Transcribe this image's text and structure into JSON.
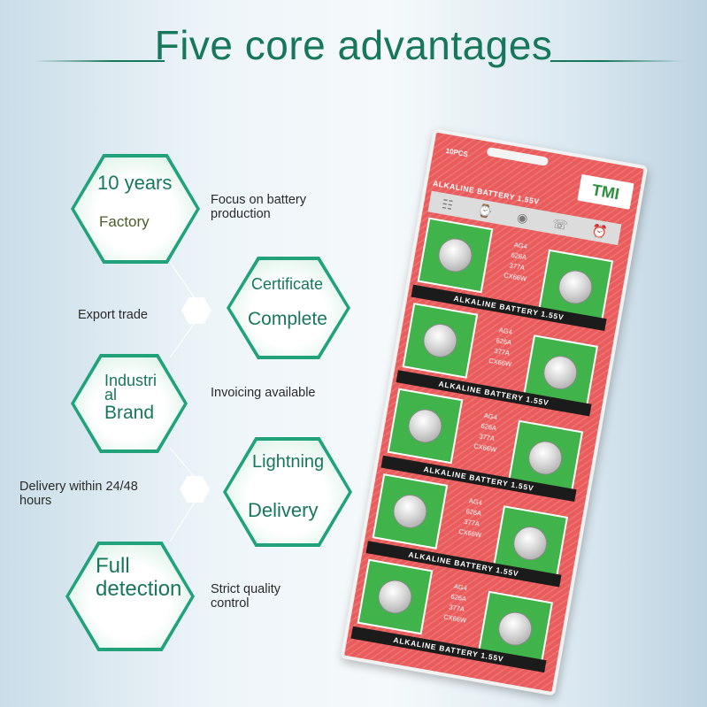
{
  "title": "Five core advantages",
  "colors": {
    "accent": "#17775a",
    "hex_border": "#22a27a",
    "card_red": "#ea5b5b",
    "cell_green": "#40b44a"
  },
  "advantages": [
    {
      "line1": "10 years",
      "line2": "Factory",
      "description": "Focus on battery production"
    },
    {
      "line1": "Certificate",
      "line2": "Complete",
      "description": "Export trade"
    },
    {
      "line1": "Industrial",
      "line2": "Brand",
      "description": "Invoicing available"
    },
    {
      "line1": "Lightning",
      "line2": "Delivery",
      "description": "Delivery within 24/48 hours"
    },
    {
      "line1": "Full",
      "line2": "detection",
      "description": "Strict quality control"
    }
  ],
  "card": {
    "count": "10PCS",
    "brand": "TMI",
    "header": "ALKALINE BATTERY 1.55V",
    "band": "ALKALINE BATTERY 1.55V",
    "codes": [
      "AG4",
      "626A",
      "377A",
      "CX66W"
    ],
    "icons": [
      "calculator-icon",
      "watch-icon",
      "camera-icon",
      "phone-icon",
      "alarm-icon"
    ]
  }
}
